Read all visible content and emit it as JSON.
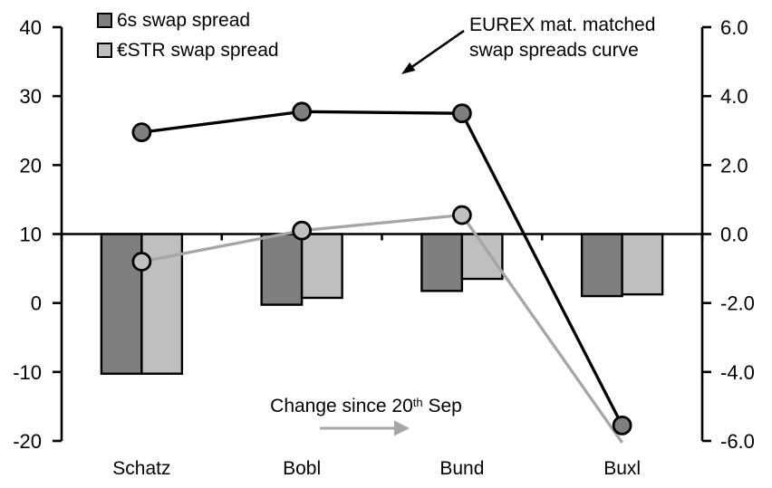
{
  "chart_data": {
    "type": "combo",
    "categories": [
      "Schatz",
      "Bobl",
      "Bund",
      "Buxl"
    ],
    "bar_series": [
      {
        "name": "6s swap spread",
        "axis": "right",
        "color": "#7f7f7f",
        "values": [
          -4.05,
          -2.05,
          -1.65,
          -1.8
        ]
      },
      {
        "name": "€STR swap spread",
        "axis": "right",
        "color": "#bfbfbf",
        "values": [
          -4.05,
          -1.85,
          -1.3,
          -1.75
        ]
      }
    ],
    "line_series": [
      {
        "id": "estr-curve",
        "axis": "right",
        "color": "#a6a6a6",
        "marker_fill": "#c0c0c0",
        "values": [
          -0.8,
          0.1,
          0.55,
          -6.05
        ],
        "markers": [
          true,
          true,
          true,
          false
        ]
      },
      {
        "id": "6s-curve",
        "axis": "right",
        "color": "#000000",
        "marker_fill": "#7f7f7f",
        "values": [
          2.95,
          3.55,
          3.5,
          -5.55
        ],
        "markers": [
          true,
          true,
          true,
          true
        ]
      }
    ],
    "left_axis": {
      "max": 40,
      "min": -20,
      "ticks": [
        "40",
        "30",
        "20",
        "10",
        "0",
        "-10",
        "-20"
      ]
    },
    "right_axis": {
      "max": 6,
      "min": -6,
      "ticks": [
        "6.0",
        "4.0",
        "2.0",
        "0.0",
        "-2.0",
        "-4.0",
        "-6.0"
      ]
    },
    "bars_baseline_right_value": 0,
    "grid": "off",
    "legend_position": "top-left",
    "legend": [
      {
        "label": "6s swap spread",
        "color": "#7f7f7f"
      },
      {
        "label": "€STR swap spread",
        "color": "#bfbfbf"
      }
    ],
    "annotations": {
      "curve_line1": "EUREX mat. matched",
      "curve_line2": "swap spreads curve",
      "change_prefix": "Change since 20",
      "change_sup": "th",
      "change_suffix": " Sep"
    }
  }
}
